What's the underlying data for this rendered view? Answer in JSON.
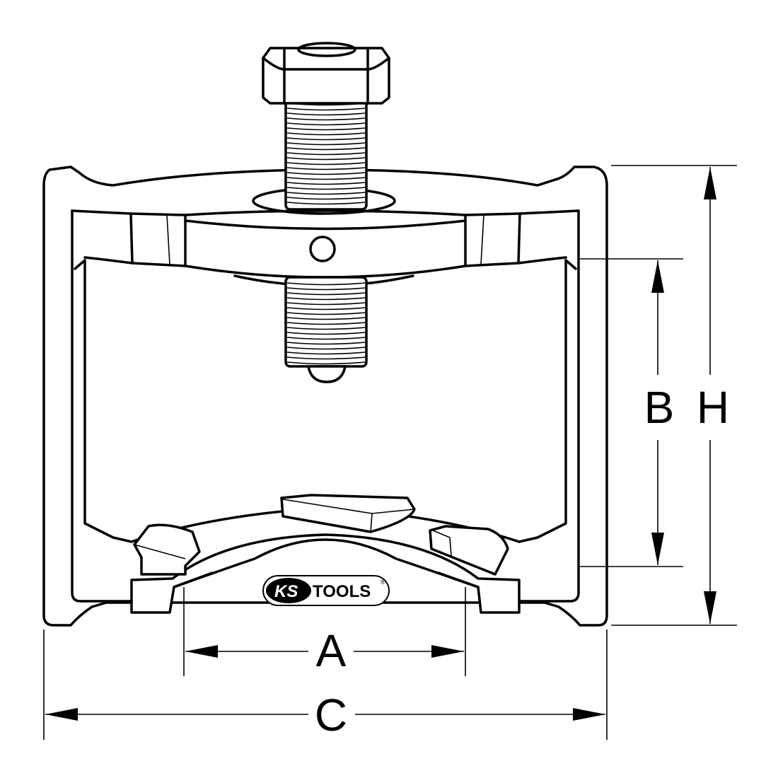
{
  "dimensions": {
    "a": "A",
    "b": "B",
    "c": "C",
    "h": "H"
  },
  "logo": {
    "brand_left": "KS",
    "brand_right": "TOOLS",
    "registered": "®"
  }
}
